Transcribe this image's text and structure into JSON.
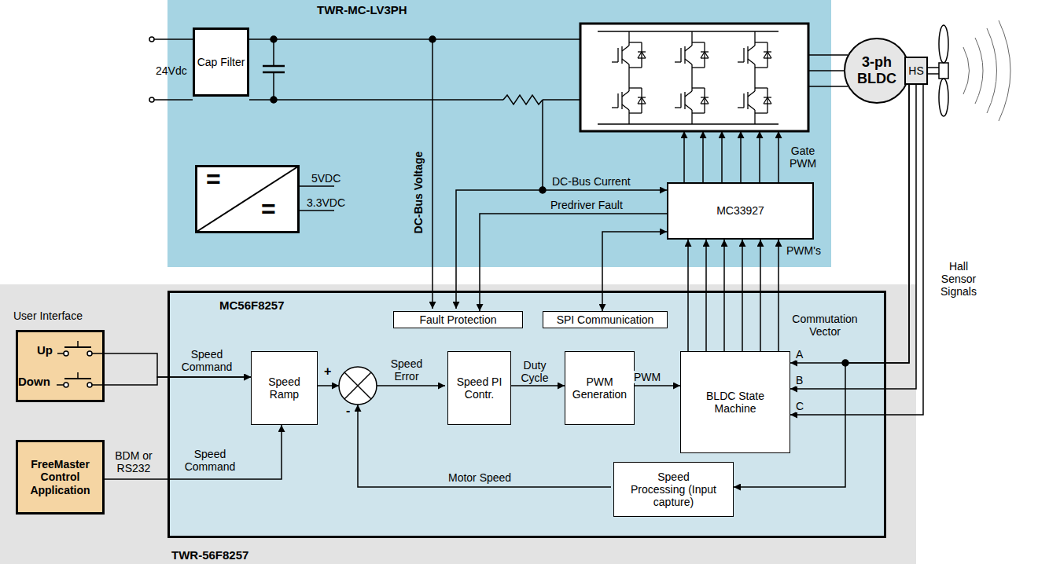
{
  "diagram": {
    "nodes": [
      {
        "text": [
          "TWR-MC-LV3PH"
        ]
      },
      {
        "text": [
          "Cap Filter"
        ],
        "in": 0
      },
      {
        "text": [
          "=",
          "="
        ],
        "in": 0
      },
      {
        "text": [
          "MC33927"
        ],
        "in": 0
      },
      {
        "text": [
          "TWR-56F8257"
        ]
      },
      {
        "text": [
          "MC56F8257"
        ],
        "in": 4
      },
      {
        "text": [
          "User Interface",
          "Up",
          "Down"
        ],
        "in": 4
      },
      {
        "text": [
          "FreeMaster Control Application"
        ],
        "in": 4
      },
      {
        "text": [
          "Fault Protection"
        ],
        "in": 5
      },
      {
        "text": [
          "SPI Communication"
        ],
        "in": 5
      },
      {
        "text": [
          "Speed Ramp"
        ],
        "in": 5
      },
      {
        "text": [
          "Speed PI Contr."
        ],
        "in": 5
      },
      {
        "text": [
          "PWM Generation"
        ],
        "in": 5
      },
      {
        "text": [
          "BLDC State Machine"
        ],
        "in": 5
      },
      {
        "text": [
          "Speed Processing (Input capture)"
        ],
        "in": 5
      },
      {
        "text": [
          "3-ph BLDC"
        ]
      },
      {
        "text": [
          "HS"
        ]
      }
    ],
    "edges": [
      {
        "from": 6,
        "to": 10,
        "arrow": "to",
        "label": "Speed Command"
      },
      {
        "from": 6,
        "to": 10,
        "arrow": "to"
      },
      {
        "from": 7,
        "to": 10,
        "arrow": "to",
        "label": "Speed Command"
      },
      {
        "from": 11,
        "to": 12,
        "arrow": "to",
        "label": "Duty Cycle"
      },
      {
        "from": 12,
        "to": 13,
        "arrow": "to",
        "label": "PWM"
      },
      {
        "from": 13,
        "to": 3,
        "arrow": "to"
      },
      {
        "from": 13,
        "to": 3,
        "arrow": "to"
      },
      {
        "from": 13,
        "to": 3,
        "arrow": "to"
      },
      {
        "from": 13,
        "to": 3,
        "arrow": "to"
      },
      {
        "from": 13,
        "to": 3,
        "arrow": "to"
      },
      {
        "from": 13,
        "to": 3,
        "arrow": "to"
      },
      {
        "from": 9,
        "to": 3,
        "arrow": "both"
      },
      {
        "from": 3,
        "to": 8,
        "arrow": "to",
        "label": "Predriver Fault"
      },
      {
        "from": 16,
        "to": 13,
        "arrow": "to",
        "label": "A"
      },
      {
        "from": 16,
        "to": 13,
        "arrow": "to",
        "label": "B"
      },
      {
        "from": 16,
        "to": 13,
        "arrow": "to",
        "label": "C"
      },
      {
        "from": 16,
        "to": 14,
        "arrow": "to"
      }
    ],
    "labels": [
      "24Vdc",
      "5VDC",
      "3.3VDC",
      "DC-Bus Voltage",
      "DC-Bus Current",
      "Gate PWM",
      "PWM's",
      "Hall Sensor Signals",
      "Commutation Vector",
      "BDM or RS232",
      "+",
      "Speed Error",
      "-",
      "Motor Speed"
    ]
  }
}
